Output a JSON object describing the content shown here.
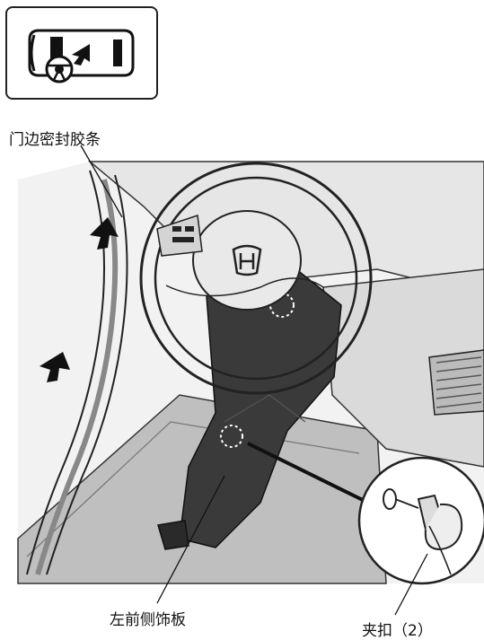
{
  "labels": {
    "door_seal": "门边密封胶条",
    "left_front_side_trim": "左前侧饰板",
    "clip": "夹扣（2）"
  },
  "icons": {
    "brand_logo": "honda-logo-icon",
    "removal_arrow": "arrow-icon"
  },
  "colors": {
    "line": "#111111",
    "panel_dark": "#3a3a3a",
    "panel_mid": "#9a9a9a",
    "panel_light": "#d6d6d6"
  }
}
